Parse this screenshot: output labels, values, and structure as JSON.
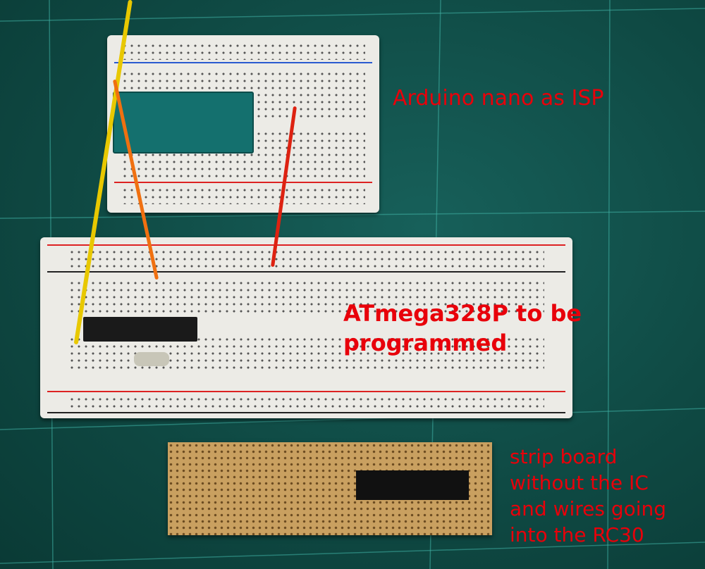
{
  "annotations": {
    "nano": "Arduino nano as ISP",
    "atmega": [
      "ATmega328P to be",
      "programmed"
    ],
    "stripboard": [
      "strip board",
      "without the IC",
      "and wires going",
      "into the RC30"
    ]
  },
  "colors": {
    "annotation_text": "#e8000a",
    "cutting_mat": "#0f4a44",
    "breadboard": "#ecebe6",
    "stripboard": "#c9a060"
  }
}
